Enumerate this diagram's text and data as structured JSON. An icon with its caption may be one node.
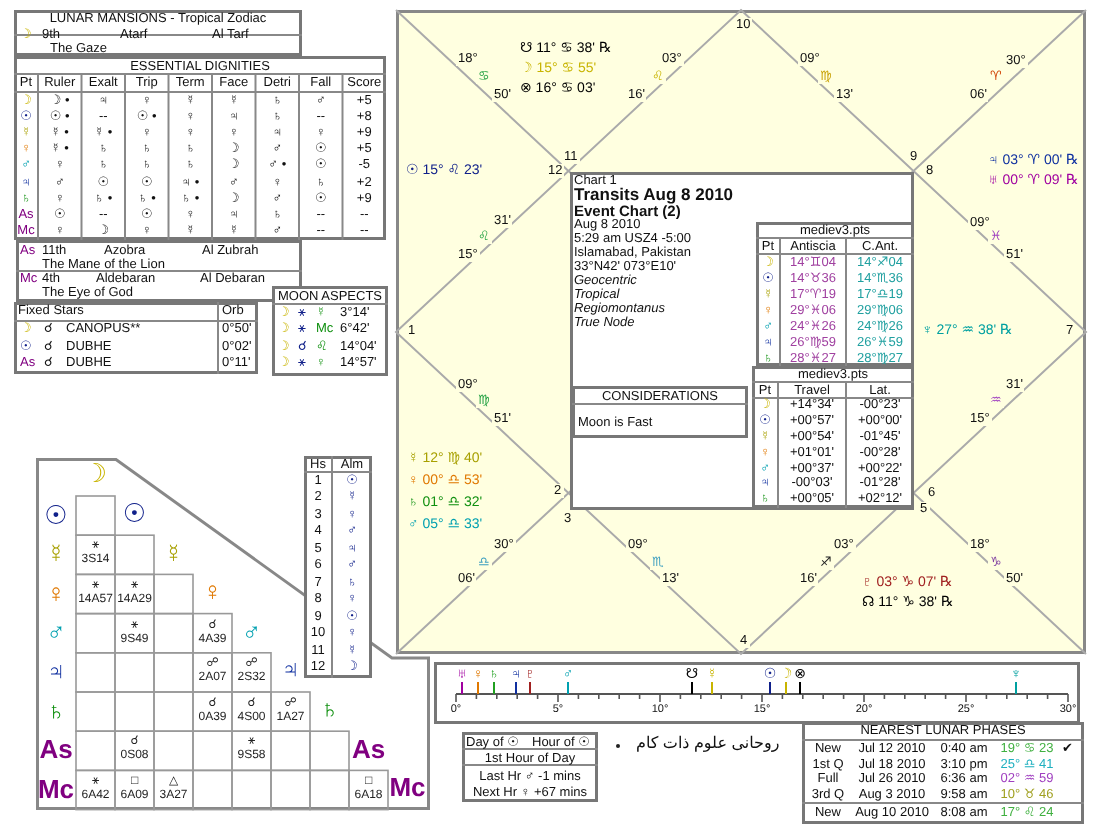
{
  "diagram": {
    "nodes": [
      {
        "text": [
          "LUNAR MANSIONS - Tropical Zodiac",
          "☽",
          "9th",
          "Atarf",
          "Al Tarf",
          "The Gaze"
        ]
      },
      {
        "text": [
          "ESSENTIAL DIGNITIES",
          "Pt",
          "Ruler",
          "Exalt",
          "Trip",
          "Term",
          "Face",
          "Detri",
          "Fall",
          "Score",
          "☽",
          "☽ •",
          "♃",
          "♀",
          "☿",
          "☿",
          "♄",
          "♂",
          "+5",
          "☉",
          "☉ •",
          "--",
          "☉ •",
          "♀",
          "♃",
          "♄",
          "--",
          "+8",
          "☿",
          "☿ •",
          "☿ •",
          "♀",
          "♀",
          "♀",
          "♃",
          "♀",
          "+9",
          "♀",
          "☿ •",
          "♄",
          "♄",
          "♄",
          "☽",
          "♂",
          "☉",
          "+5",
          "♂",
          "♀",
          "♄",
          "♄",
          "♄",
          "☽",
          "♂ •",
          "☉",
          "-5",
          "♃",
          "♂",
          "☉",
          "☉",
          "♃ •",
          "♂",
          "♀",
          "♄",
          "+2",
          "♄",
          "♀",
          "♄ •",
          "♄ •",
          "♄ •",
          "☽",
          "♂",
          "☉",
          "+9",
          "As",
          "☉",
          "--",
          "☉",
          "♀",
          "♃",
          "♄",
          "--",
          "--",
          "Mc",
          "♀",
          "☽",
          "♀",
          "☿",
          "☿",
          "♂",
          "--",
          "--"
        ]
      },
      {
        "text": [
          "As",
          "11th",
          "Azobra",
          "Al Zubrah",
          "The Mane of the Lion",
          "Mc",
          "4th",
          "Aldebaran",
          "Al Debaran",
          "The Eye of God"
        ]
      },
      {
        "text": [
          "Fixed Stars",
          "Orb",
          "☽",
          "☌",
          "CANOPUS**",
          "0°50'",
          "☉",
          "☌",
          "DUBHE",
          "0°02'",
          "As",
          "☌",
          "DUBHE",
          "0°11'"
        ]
      },
      {
        "text": [
          "MOON ASPECTS",
          "☽",
          "⚹",
          "☿",
          "3°14'",
          "☽",
          "⚹",
          "Mc",
          "6°42'",
          "☽",
          "☌",
          "♌",
          "14°04'",
          "☽",
          "⚹",
          "♀",
          "14°57'"
        ]
      },
      {
        "text": [
          "☽",
          "☉",
          "☿",
          "♀",
          "♂",
          "♃",
          "♄",
          "As",
          "Mc",
          "☉",
          "☿",
          "♀",
          "♂",
          "♃",
          "♄",
          "As",
          "Mc",
          "⚹ 3S14",
          "⚹ 14A57",
          "⚹ 14A29",
          "⚹ 9S49",
          "☌ 4A39",
          "☍ 2A07",
          "☍ 2S32",
          "☌ 0A39",
          "☌ 4S00",
          "☍ 1A27",
          "☌ 0S08",
          "⚹ 9S58",
          "⚹ 6A42",
          "□ 6A09",
          "△ 3A27",
          "□ 6A18"
        ]
      },
      {
        "text": [
          "Hs",
          "Alm",
          "1",
          "☉",
          "2",
          "☿",
          "3",
          "♀",
          "4",
          "♂",
          "5",
          "♃",
          "6",
          "♂",
          "7",
          "♄",
          "8",
          "♀",
          "9",
          "☉",
          "10",
          "♀",
          "11",
          "☿",
          "12",
          "☽"
        ]
      },
      {
        "text": [
          "10",
          "11",
          "12",
          "9",
          "8",
          "1",
          "7",
          "2",
          "3",
          "6",
          "5",
          "4",
          "18°",
          "♋",
          "50'",
          "03°",
          "♌",
          "16'",
          "09°",
          "♍",
          "13'",
          "30°",
          "♈",
          "06'",
          "31'",
          "♌",
          "15°",
          "09°",
          "♓",
          "51'",
          "09°",
          "♍",
          "51'",
          "31'",
          "♒",
          "15°",
          "30°",
          "♎",
          "06'",
          "09°",
          "♏",
          "13'",
          "03°",
          "♐",
          "16'",
          "18°",
          "♑",
          "50'",
          "☋ 11° ♋ 38' ℞",
          "☽ 15° ♋ 55'",
          "⊗ 16° ♋ 03'",
          "☉ 15° ♌ 23'",
          "♃ 03° ♈ 00' ℞",
          "♅ 00° ♈ 09' ℞",
          "♆ 27° ♒ 38' ℞",
          "☿ 12° ♍ 40'",
          "♀ 00° ♎ 53'",
          "♄ 01° ♎ 32'",
          "♂ 05° ♎ 33'",
          "♇ 03° ♑ 07' ℞",
          "☊ 11° ♑ 38' ℞"
        ]
      },
      {
        "text": [
          "Chart 1",
          "Transits Aug 8 2010",
          "Event Chart (2)",
          "Aug 8 2010",
          "5:29 am USZ4 -5:00",
          "Islamabad, Pakistan",
          "33°N42' 073°E10'",
          "Geocentric",
          "Tropical",
          "Regiomontanus",
          "True Node"
        ],
        "in": 7
      },
      {
        "text": [
          "mediev3.pts",
          "Pt",
          "Antiscia",
          "C.Ant.",
          "☽",
          "14°♊04",
          "14°♐04",
          "☉",
          "14°♉36",
          "14°♏36",
          "☿",
          "17°♈19",
          "17°♎19",
          "♀",
          "29°♓06",
          "29°♍06",
          "♂",
          "24°♓26",
          "24°♍26",
          "♃",
          "26°♍59",
          "26°♓59",
          "♄",
          "28°♓27",
          "28°♍27"
        ],
        "in": 8
      },
      {
        "text": [
          "mediev3.pts",
          "Pt",
          "Travel",
          "Lat.",
          "☽",
          "+14°34'",
          "-00°23'",
          "☉",
          "+00°57'",
          "+00°00'",
          "☿",
          "+00°54'",
          "-01°45'",
          "♀",
          "+01°01'",
          "-00°28'",
          "♂",
          "+00°37'",
          "+00°22'",
          "♃",
          "-00°03'",
          "-01°28'",
          "♄",
          "+00°05'",
          "+02°12'"
        ],
        "in": 8
      },
      {
        "text": [
          "CONSIDERATIONS",
          "Moon is Fast"
        ],
        "in": 8
      },
      {
        "text": [
          "0°",
          "5°",
          "10°",
          "15°",
          "20°",
          "25°",
          "30°",
          "♅",
          "♀",
          "♄",
          "♃",
          "♇",
          "♂",
          "☋",
          "☿",
          "☉",
          "☽",
          "⊗",
          "♆"
        ]
      },
      {
        "text": [
          "Day of ☉",
          "Hour of ☉",
          "1st Hour of Day",
          "Last Hr ♂ -1 mins",
          "Next Hr ♀ +67 mins"
        ]
      },
      {
        "text": [
          "NEAREST LUNAR PHASES",
          "New",
          "Jul 12 2010",
          "0:40 am",
          "19° ♋ 23",
          "✔",
          "1st Q",
          "Jul 18 2010",
          "3:10 pm",
          "25° ♎ 41",
          "Full",
          "Jul 26 2010",
          "6:36 am",
          "02° ♒ 59",
          "3rd Q",
          "Aug 3 2010",
          "9:58 am",
          "10° ♉ 46",
          "New",
          "Aug 10 2010",
          "8:08 am",
          "17° ♌ 24"
        ]
      }
    ],
    "labels": [
      "روحانی علوم ذات کام"
    ]
  }
}
